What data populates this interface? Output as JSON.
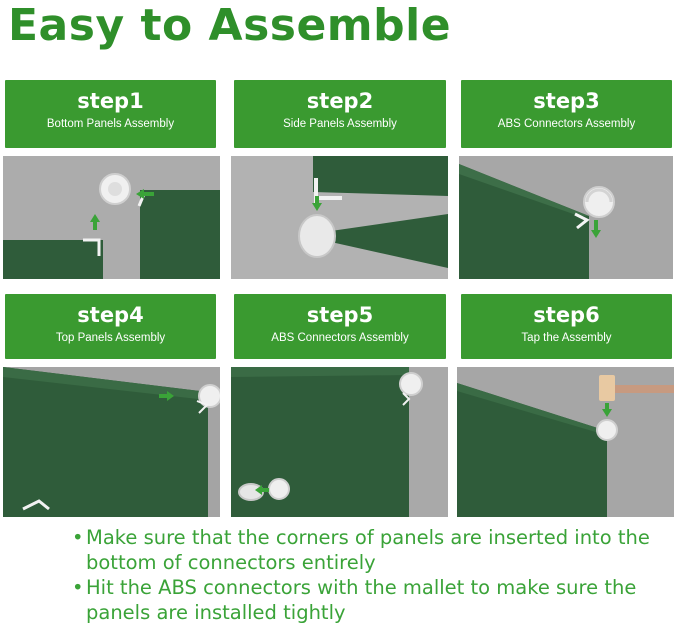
{
  "title": "Easy to Assemble",
  "colors": {
    "title_green": "#2f8f2a",
    "header_green": "#3a9a30",
    "panel_green": "#2f5c3a",
    "note_green": "#3aa338",
    "background_gray": "#a9a9a9"
  },
  "steps": [
    {
      "label": "step1",
      "caption": "Bottom Panels Assembly"
    },
    {
      "label": "step2",
      "caption": "Side Panels Assembly"
    },
    {
      "label": "step3",
      "caption": "ABS Connectors Assembly"
    },
    {
      "label": "step4",
      "caption": "Top Panels Assembly"
    },
    {
      "label": "step5",
      "caption": "ABS Connectors Assembly"
    },
    {
      "label": "step6",
      "caption": "Tap the Assembly"
    }
  ],
  "notes": {
    "bullet": "•",
    "items": [
      "Make sure that the corners of panels are inserted into the bottom of connectors entirely",
      "Hit the ABS connectors with the mallet to make sure the panels are installed tightly"
    ]
  }
}
